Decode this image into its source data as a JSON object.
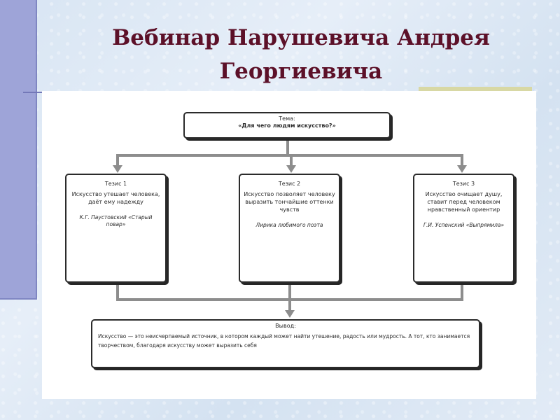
{
  "slide": {
    "title": "Вебинар Нарушевича Андрея Георгиевича"
  },
  "diagram": {
    "topic": {
      "label": "Тема:",
      "text": "«Для чего людям искусство?»"
    },
    "theses": [
      {
        "label": "Тезис 1",
        "text": "Искусство утешает человека, даёт ему надежду",
        "example": "К.Г. Паустовский «Старый повар»"
      },
      {
        "label": "Тезис 2",
        "text": "Искусство позволяет человеку выразить тончайшие оттенки чувств",
        "example": "Лирика любимого поэта"
      },
      {
        "label": "Тезис 3",
        "text": "Искусство очищает душу, ставит перед человеком нравственный ориентир",
        "example": "Г.И. Успенский «Выпрямила»"
      }
    ],
    "conclusion": {
      "label": "Вывод:",
      "text": "Искусство — это неисчерпаемый источник, в котором каждый может найти утешение, радость или мудрость. А тот, кто занимается творчеством, благодаря искусству может выразить себя"
    }
  }
}
